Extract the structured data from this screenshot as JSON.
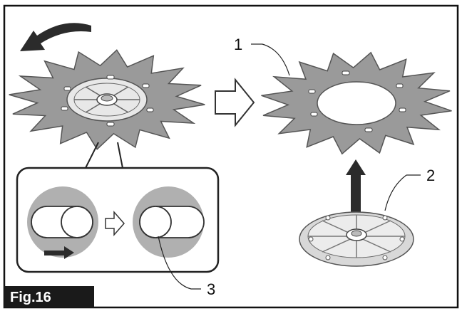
{
  "figure": {
    "label": "Fig.16",
    "callouts": {
      "one": "1",
      "two": "2",
      "three": "3"
    }
  },
  "colors": {
    "blade_gray": "#9a9a9a",
    "blade_edge": "#555555",
    "arrow_dark": "#2b2b2b",
    "inset_gray": "#b0b0b0",
    "frame": "#111111",
    "label_bg": "#1a1a1a"
  },
  "icons": {
    "rotate": "curved-arrow-counterclockwise-icon",
    "transition": "hollow-right-arrow-icon",
    "lift": "up-arrow-icon",
    "slide": "right-arrow-icon"
  }
}
